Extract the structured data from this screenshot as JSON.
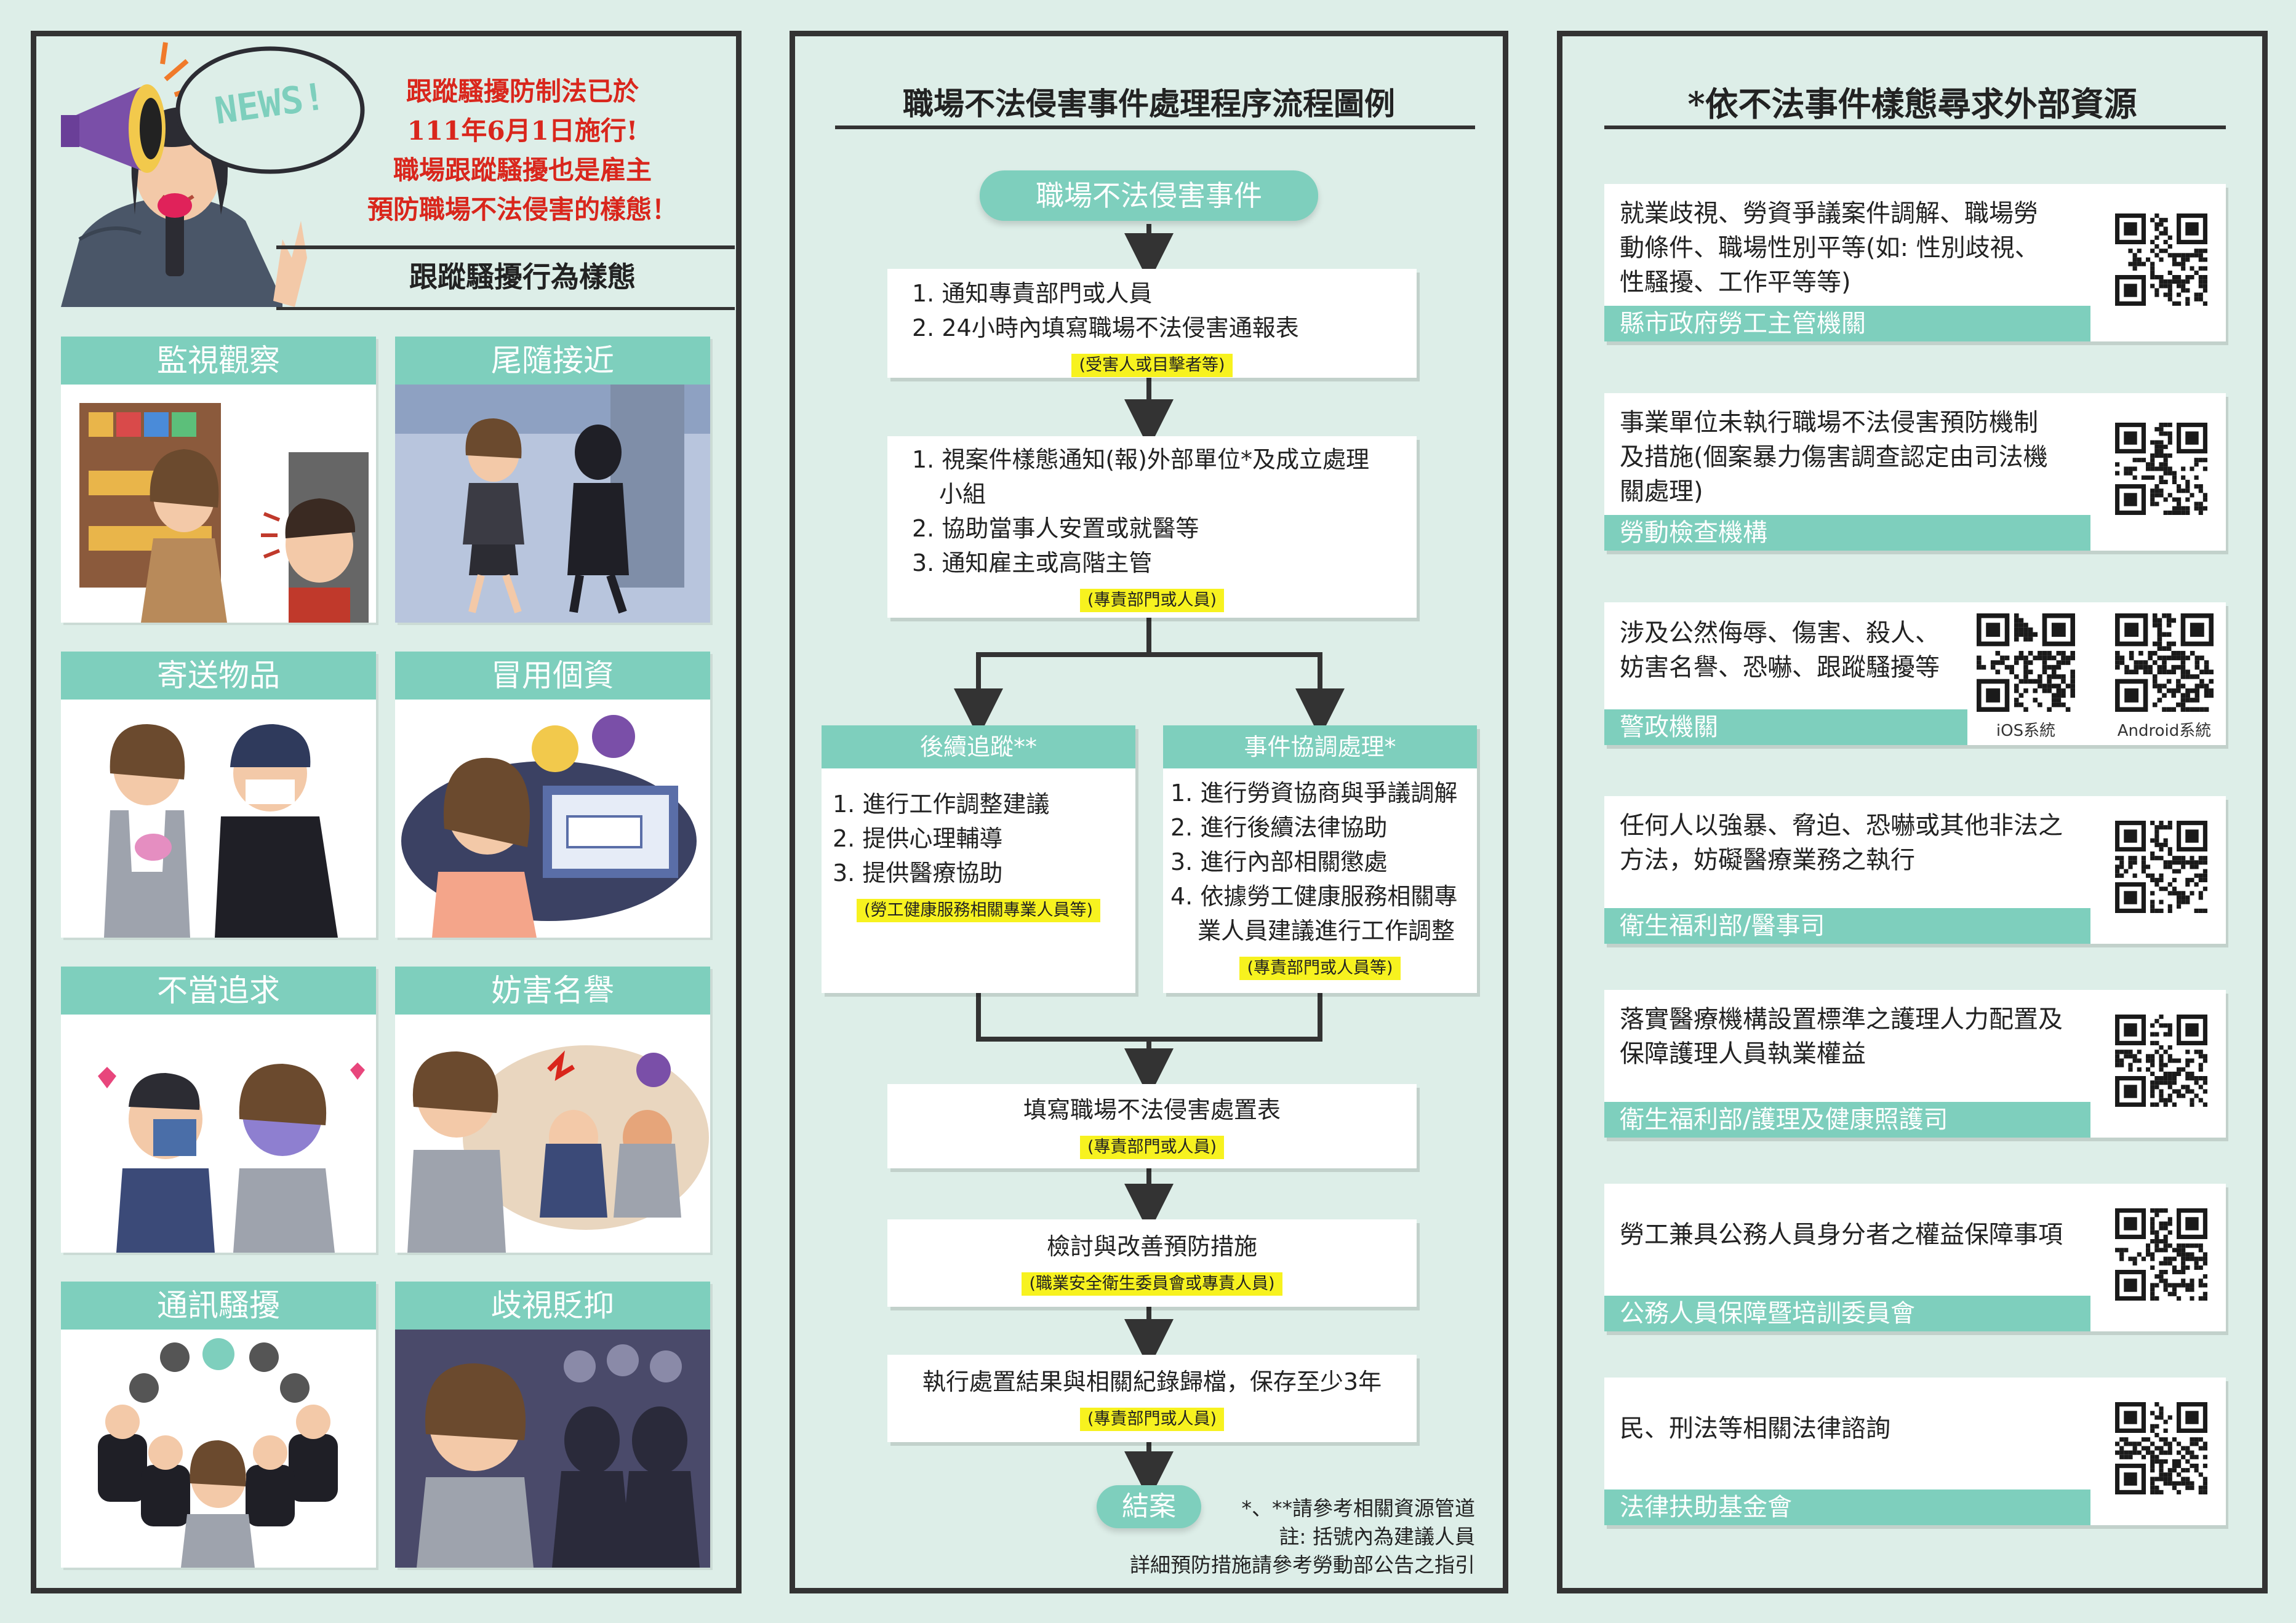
{
  "left": {
    "news_badge": "NEWS!",
    "news_lines": [
      "跟蹤騷擾防制法已於",
      "111年6月1日施行!",
      "職場跟蹤騷擾也是雇主",
      "預防職場不法侵害的樣態！"
    ],
    "heading": "跟蹤騷擾行為樣態",
    "cards": [
      {
        "label": "監視觀察"
      },
      {
        "label": "尾隨接近"
      },
      {
        "label": "寄送物品"
      },
      {
        "label": "冒用個資"
      },
      {
        "label": "不當追求"
      },
      {
        "label": "妨害名譽"
      },
      {
        "label": "通訊騷擾"
      },
      {
        "label": "歧視貶抑"
      }
    ]
  },
  "middle": {
    "title": "職場不法侵害事件處理程序流程圖例",
    "start": "職場不法侵害事件",
    "step1": {
      "items": [
        "1. 通知專責部門或人員",
        "2. 24小時內填寫職場不法侵害通報表"
      ],
      "tag": "(受害人或目擊者等)"
    },
    "step2": {
      "items": [
        "1. 視案件樣態通知(報)外部單位*及成立處理",
        "小組",
        "2. 協助當事人安置或就醫等",
        "3. 通知雇主或高階主管"
      ],
      "tag": "(專責部門或人員)"
    },
    "branch_left": {
      "title": "後續追蹤**",
      "items": [
        "1. 進行工作調整建議",
        "2. 提供心理輔導",
        "3. 提供醫療協助"
      ],
      "tag": "(勞工健康服務相關專業人員等)"
    },
    "branch_right": {
      "title": "事件協調處理*",
      "items": [
        "1. 進行勞資協商與爭議調解",
        "2. 進行後續法律協助",
        "3. 進行內部相關懲處",
        "4. 依據勞工健康服務相關專",
        "業人員建議進行工作調整"
      ],
      "tag": "(專責部門或人員等)"
    },
    "step3": {
      "text": "填寫職場不法侵害處置表",
      "tag": "(專責部門或人員)"
    },
    "step4": {
      "text": "檢討與改善預防措施",
      "tag": "(職業安全衛生委員會或專責人員)"
    },
    "step5": {
      "text": "執行處置結果與相關紀錄歸檔，保存至少3年",
      "tag": "(專責部門或人員)"
    },
    "end": "結案",
    "notes": [
      "*、**請參考相關資源管道",
      "註: 括號內為建議人員",
      "詳細預防措施請參考勞動部公告之指引"
    ]
  },
  "right": {
    "title": "*依不法事件樣態尋求外部資源",
    "resources": [
      {
        "lines": [
          "就業歧視、勞資爭議案件調解、職場勞",
          "動條件、職場性別平等(如: 性別歧視、",
          "性騷擾、工作平等等)"
        ],
        "agency": "縣市政府勞工主管機關"
      },
      {
        "lines": [
          "事業單位未執行職場不法侵害預防機制",
          "及措施(個案暴力傷害調查認定由司法機",
          "關處理)"
        ],
        "agency": "勞動檢查機構"
      },
      {
        "lines": [
          "涉及公然侮辱、傷害、殺人、",
          "妨害名譽、恐嚇、跟蹤騷擾等"
        ],
        "agency": "警政機關",
        "qr_labels": [
          "iOS系統",
          "Android系統"
        ]
      },
      {
        "lines": [
          "任何人以強暴、脅迫、恐嚇或其他非法之",
          "方法，妨礙醫療業務之執行"
        ],
        "agency": "衛生福利部/醫事司"
      },
      {
        "lines": [
          "落實醫療機構設置標準之護理人力配置及",
          "保障護理人員執業權益"
        ],
        "agency": "衛生福利部/護理及健康照護司"
      },
      {
        "lines": [
          "勞工兼具公務人員身分者之權益保障事項"
        ],
        "agency": "公務人員保障暨培訓委員會"
      },
      {
        "lines": [
          "民、刑法等相關法律諮詢"
        ],
        "agency": "法律扶助基金會"
      }
    ]
  },
  "colors": {
    "accent": "#7ecfbd",
    "background": "#ddeee8",
    "highlight": "#f7f21f",
    "news_red": "#d9261c"
  }
}
